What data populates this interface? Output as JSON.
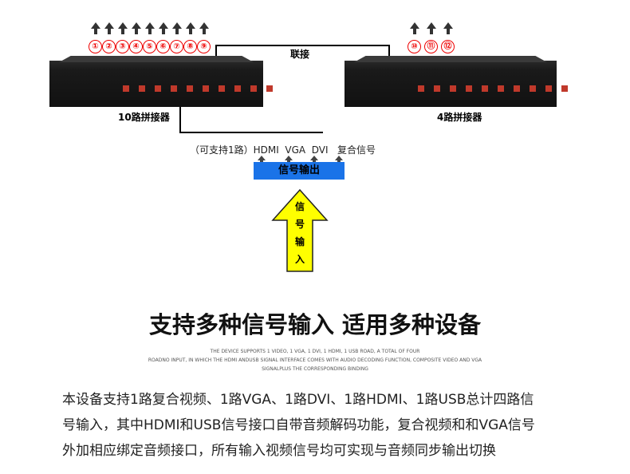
{
  "outputs_left": [
    "①",
    "②",
    "③",
    "④",
    "⑤",
    "⑥",
    "⑦",
    "⑧",
    "⑨"
  ],
  "outputs_right": [
    "⑩",
    "⑪",
    "⑫"
  ],
  "link_label": "联接",
  "device_left_label": "10路拼接器",
  "device_right_label": "4路拼接器",
  "input_types": "（可支持1路）HDMI  VGA  DVI   复合信号",
  "signal_out": "信号输出",
  "signal_in": [
    "信",
    "号",
    "输",
    "入"
  ],
  "headline": "支持多种信号输入  适用多种设备",
  "english": [
    "THE DEVICE SUPPORTS 1 VIDEO, 1 VGA, 1 DVI, 1 HDMI, 1 USB ROAD, A TOTAL OF FOUR",
    "ROADNO INPUT, IN WHICH THE HDMI ANDUSB SIGNAL INTERFACE COMES WITH AUDIO DECODING FUNCTION, COMPOSITE VIDEO AND VGA",
    "SIGNALPLUS THE CORRESPONDING BINDING"
  ],
  "description": [
    "本设备支持1路复合视频、1路VGA、1路DVI、1路HDMI、1路USB总计四路信",
    "号输入，其中HDMI和USB信号接口自带音频解码功能，复合视频和和VGA信号",
    "外加相应绑定音频接口，所有输入视频信号均可实现与音频同步输出切换"
  ],
  "colors": {
    "accent": "#e00000",
    "blue": "#1a73e8",
    "yellow": "#ffff00"
  }
}
